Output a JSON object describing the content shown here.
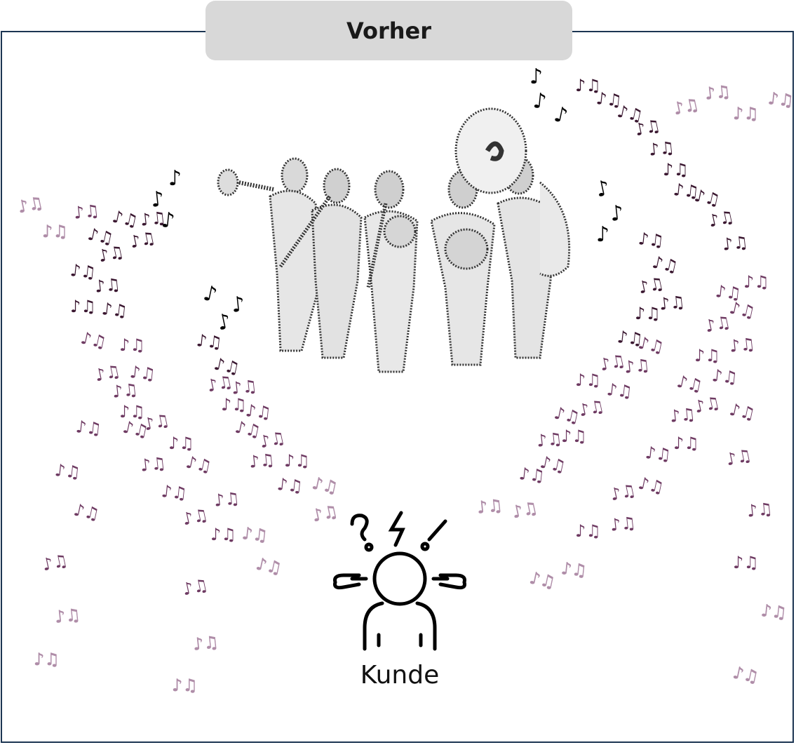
{
  "header": {
    "title": "Vorher"
  },
  "customer": {
    "label": "Kunde"
  },
  "icons": [
    "brass-band-illustration",
    "frustrated-person-icon",
    "music-note-icon"
  ],
  "colors": {
    "border": "#1c3552",
    "tab": "#d8d8d8",
    "note_dark": "#3a1730",
    "note_mid": "#6e3a62",
    "note_light": "#a27a9a",
    "note_black": "#000000"
  }
}
